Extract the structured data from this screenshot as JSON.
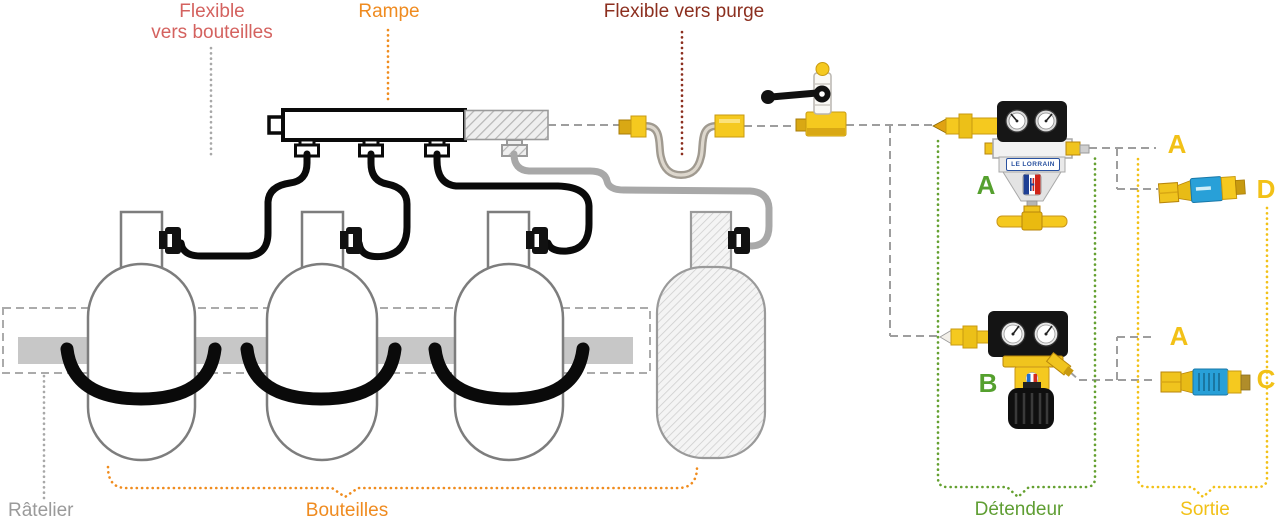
{
  "labels": {
    "flexible_line1": "Flexible",
    "flexible_line2": "vers bouteilles",
    "rampe": "Rampe",
    "purge": "Flexible vers purge",
    "ratelier": "Râtelier",
    "bouteilles": "Bouteilles",
    "detendeur": "Détendeur",
    "sortie": "Sortie"
  },
  "callouts": {
    "reg_a": "A",
    "reg_b": "B",
    "out_a_top": "A",
    "out_a_mid": "A",
    "d": "D",
    "c": "C"
  },
  "brand": {
    "regulator": "LE LORRAIN"
  },
  "components": [
    "rack",
    "bottle-1",
    "bottle-2",
    "bottle-3",
    "purge-bottle",
    "manifold",
    "hose-to-bottle-1",
    "hose-to-bottle-2",
    "hose-to-bottle-3",
    "purge-hose",
    "purge-pigtail-flexible",
    "purge-ball-valve",
    "regulator-a",
    "regulator-b",
    "outlet-check-valve-d",
    "outlet-check-valve-c"
  ],
  "colors": {
    "label_salmon": "#d4625f",
    "label_orange": "#ef8b20",
    "label_brick": "#8c2f1f",
    "label_gray": "#9a9a9a",
    "label_green": "#55a02e",
    "label_gold": "#f2c117",
    "dashed_line": "#9e9e9e",
    "hose_black": "#0a0a0a",
    "hose_gray": "#a8a8a8",
    "brass_yellow": "#f5c91f",
    "blue_band": "#28a0d8"
  }
}
